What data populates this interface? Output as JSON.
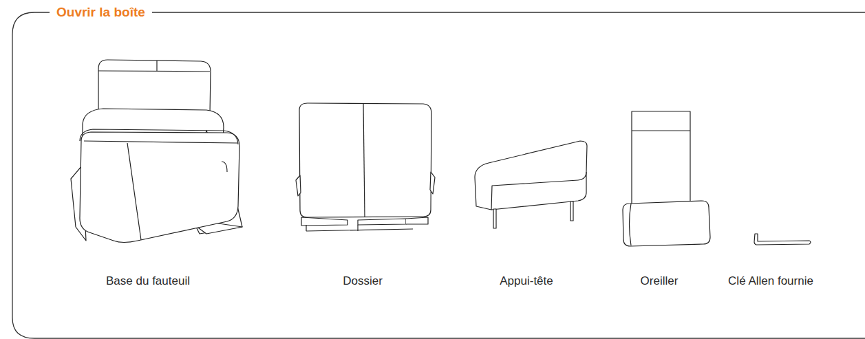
{
  "diagram": {
    "title": "Ouvrir la boîte",
    "labels": [
      "Base du fauteuil",
      "Dossier",
      "Appui-tête",
      "Oreiller",
      "Clé Allen fournie"
    ]
  }
}
